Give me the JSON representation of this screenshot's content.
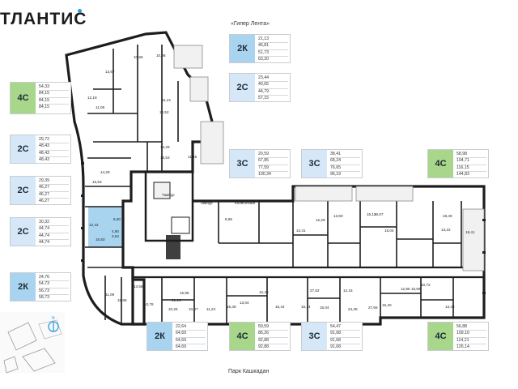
{
  "header": {
    "logo_text": "ТЛАНТИС",
    "logo_dot_color": "#2b9be0",
    "top_caption": "«Гипер Лента»",
    "bottom_caption": "Парк Кашкадан"
  },
  "colors": {
    "badge_2K": "#a9d4ef",
    "badge_2C": "#d6e8f7",
    "badge_3C": "#d6e8f7",
    "badge_4C": "#a8d68b",
    "highlight": "#a9d4ef",
    "wall": "#1d1d1d",
    "compass": "#2b9be0"
  },
  "cards": [
    {
      "id": "c1",
      "type": "2К",
      "badge_color": "#a9d4ef",
      "values": [
        "21,13",
        "46,81",
        "51,73",
        "63,20"
      ]
    },
    {
      "id": "c2",
      "type": "2С",
      "badge_color": "#d6e8f7",
      "values": [
        "23,44",
        "40,65",
        "44,79",
        "57,15"
      ]
    },
    {
      "id": "c3",
      "type": "4С",
      "badge_color": "#a8d68b",
      "values": [
        "54,33",
        "84,15",
        "84,15",
        "84,15"
      ]
    },
    {
      "id": "c4",
      "type": "2С",
      "badge_color": "#d6e8f7",
      "values": [
        "29,72",
        "48,43",
        "48,43",
        "48,43"
      ]
    },
    {
      "id": "c5",
      "type": "2С",
      "badge_color": "#d6e8f7",
      "values": [
        "29,39",
        "46,27",
        "46,27",
        "46,27"
      ]
    },
    {
      "id": "c6",
      "type": "2С",
      "badge_color": "#d6e8f7",
      "values": [
        "30,32",
        "44,74",
        "44,74",
        "44,74"
      ]
    },
    {
      "id": "c7",
      "type": "2К",
      "badge_color": "#a9d4ef",
      "values": [
        "24,76",
        "54,73",
        "56,73",
        "58,73"
      ]
    },
    {
      "id": "c8",
      "type": "3С",
      "badge_color": "#d6e8f7",
      "values": [
        "20,59",
        "67,85",
        "77,59",
        "100,34"
      ]
    },
    {
      "id": "c9",
      "type": "3С",
      "badge_color": "#d6e8f7",
      "values": [
        "38,41",
        "68,24",
        "76,65",
        "96,19"
      ]
    },
    {
      "id": "c10",
      "type": "4С",
      "badge_color": "#a8d68b",
      "values": [
        "58,98",
        "104,71",
        "116,15",
        "144,83"
      ]
    },
    {
      "id": "c11",
      "type": "2К",
      "badge_color": "#a9d4ef",
      "values": [
        "22,64",
        "64,69",
        "64,69",
        "64,69"
      ]
    },
    {
      "id": "c12",
      "type": "4С",
      "badge_color": "#a8d68b",
      "values": [
        "59,59",
        "86,26",
        "92,88",
        "92,88"
      ]
    },
    {
      "id": "c13",
      "type": "3С",
      "badge_color": "#d6e8f7",
      "values": [
        "54,47",
        "91,68",
        "91,68",
        "91,68"
      ]
    },
    {
      "id": "c14",
      "type": "4С",
      "badge_color": "#a8d68b",
      "values": [
        "56,88",
        "109,10",
        "114,21",
        "126,14"
      ]
    }
  ],
  "plan_labels": [
    {
      "text": "Тамбур"
    },
    {
      "text": "Тамбур"
    },
    {
      "text": "Колясочная"
    },
    {
      "text": "8,65"
    },
    {
      "text": "12,42"
    },
    {
      "text": "6,50"
    },
    {
      "text": "4,80"
    },
    {
      "text": "3,64"
    },
    {
      "text": "14,29"
    },
    {
      "text": "15,53"
    },
    {
      "text": "16,50"
    },
    {
      "text": "11,06"
    },
    {
      "text": "12,19"
    },
    {
      "text": "13,67"
    },
    {
      "text": "10,56"
    },
    {
      "text": "10,06"
    },
    {
      "text": "11,21"
    },
    {
      "text": "12,52"
    },
    {
      "text": "14,29"
    },
    {
      "text": "15,53"
    },
    {
      "text": "11,45"
    },
    {
      "text": "12,29"
    },
    {
      "text": "13,60"
    },
    {
      "text": "15,12"
    },
    {
      "text": "14,41"
    },
    {
      "text": "16,07"
    },
    {
      "text": "15,04"
    },
    {
      "text": "18,49"
    },
    {
      "text": "13,22"
    },
    {
      "text": "12,95"
    },
    {
      "text": "16,69"
    },
    {
      "text": "15,04"
    },
    {
      "text": "10,25"
    },
    {
      "text": "15,49"
    },
    {
      "text": "15,44"
    },
    {
      "text": "16,14"
    },
    {
      "text": "18,86"
    },
    {
      "text": "10,78"
    },
    {
      "text": "13,43"
    },
    {
      "text": "16,95"
    },
    {
      "text": "11,24"
    },
    {
      "text": "13,04"
    },
    {
      "text": "12,45"
    },
    {
      "text": "27,52"
    },
    {
      "text": "24,39"
    },
    {
      "text": "15,40"
    },
    {
      "text": "12,16"
    },
    {
      "text": "27,66"
    },
    {
      "text": "21,15"
    },
    {
      "text": "10,07"
    },
    {
      "text": "11,09"
    },
    {
      "text": "13,56"
    },
    {
      "text": "18,41"
    },
    {
      "text": "10,72"
    }
  ],
  "compass": {
    "label": "N"
  }
}
